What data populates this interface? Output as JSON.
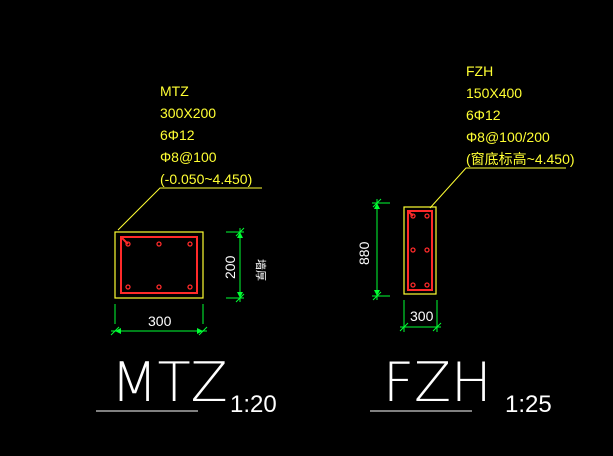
{
  "colors": {
    "background": "#000000",
    "annotation": "#ffff33",
    "dimension": "#00ff33",
    "section_outline": "#ffff33",
    "rebar": "#ff2a2a",
    "title": "#ffffff"
  },
  "mtz": {
    "notes": [
      "MTZ",
      "300X200",
      "6Φ12",
      "Φ8@100",
      "(-0.050~4.450)"
    ],
    "width_dim": "300",
    "height_dim": "200",
    "side_note": "墙厚",
    "title": "MTZ",
    "scale": "1:20"
  },
  "fzh": {
    "notes": [
      "FZH",
      "150X400",
      "6Φ12",
      "Φ8@100/200",
      "(窗底标高~4.450)"
    ],
    "width_dim": "300",
    "height_dim": "880",
    "title": "FZH",
    "scale": "1:25"
  }
}
